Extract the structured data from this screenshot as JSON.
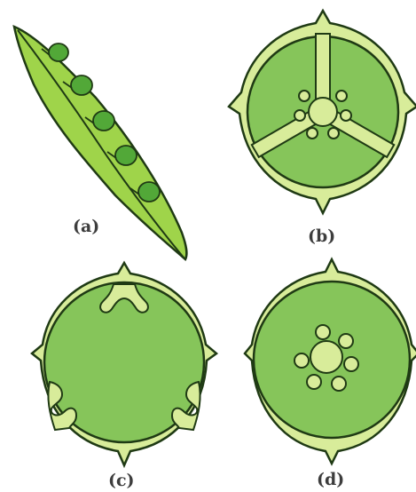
{
  "figure": {
    "labels": {
      "a": "(a)",
      "b": "(b)",
      "c": "(c)",
      "d": "(d)"
    },
    "colors": {
      "outer": "#d8ec9a",
      "inner": "#86c55a",
      "pod": "#9fd44a",
      "seed": "#52a838",
      "outline": "#1f3a14",
      "label": "#3d3d3d"
    }
  }
}
